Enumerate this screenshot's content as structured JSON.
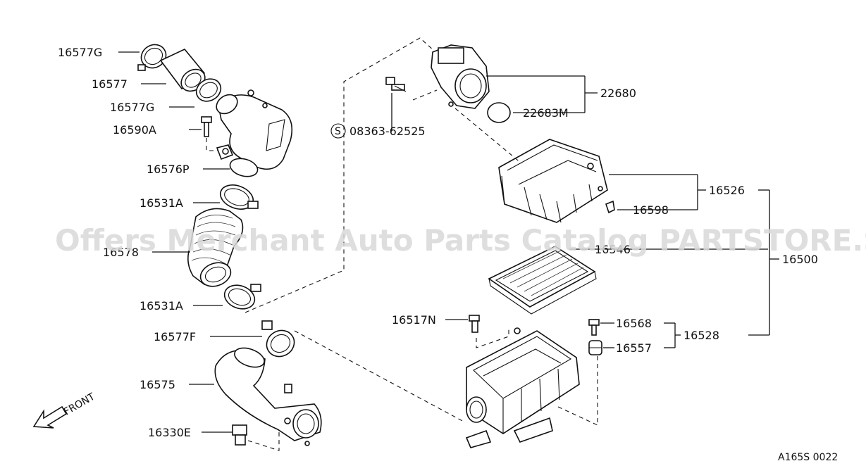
{
  "watermark": "Offers Merchant Auto Parts Catalog PARTSTORE.SA",
  "diagram_code": "A165S 0022",
  "front_label": "FRONT",
  "screw_symbol": "S",
  "parts": {
    "p16577G_a": "16577G",
    "p16577": "16577",
    "p16577G_b": "16577G",
    "p16590A": "16590A",
    "p16576P": "16576P",
    "p16531A_a": "16531A",
    "p16578": "16578",
    "p16531A_b": "16531A",
    "p16577F": "16577F",
    "p16575": "16575",
    "p16330E": "16330E",
    "p08363": "08363-62525",
    "p22680": "22680",
    "p22683M": "22683M",
    "p16526": "16526",
    "p16598": "16598",
    "p16546": "16546",
    "p16500": "16500",
    "p16517N": "16517N",
    "p16568": "16568",
    "p16557": "16557",
    "p16528": "16528"
  }
}
